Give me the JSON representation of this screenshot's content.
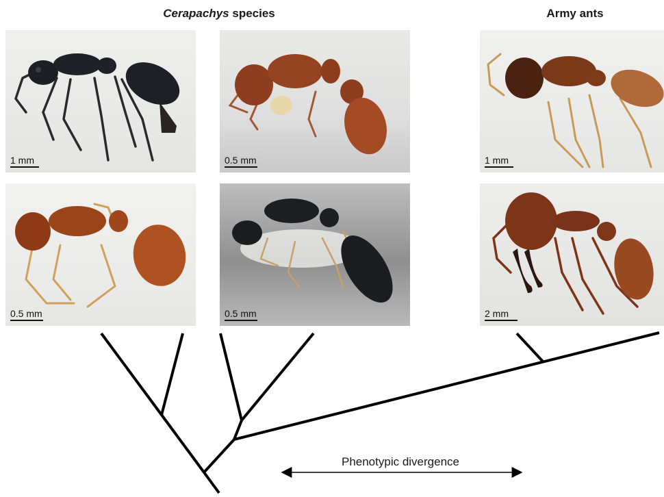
{
  "titles": {
    "cerapachys_italic": "Cerapachys",
    "cerapachys_rest": " species",
    "army_ants": "Army ants"
  },
  "photos": [
    {
      "scale": "1 mm"
    },
    {
      "scale": "0.5 mm"
    },
    {
      "scale": "1 mm"
    },
    {
      "scale": "0.5 mm"
    },
    {
      "scale": "0.5 mm"
    },
    {
      "scale": "2 mm"
    }
  ],
  "axis": {
    "label": "Phenotypic divergence"
  },
  "colors": {
    "ant_black": "#1e1f24",
    "ant_red_brown": "#8a3a1c",
    "ant_orange": "#b5622a",
    "ant_leg_tan": "#c99a55",
    "tree_line": "#000000"
  }
}
